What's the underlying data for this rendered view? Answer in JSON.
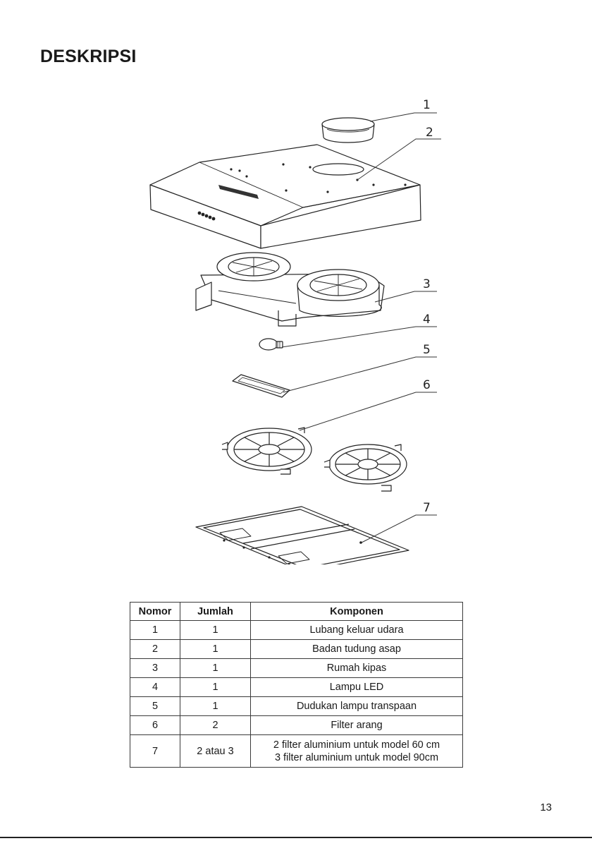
{
  "page": {
    "title": "DESKRIPSI",
    "page_number": "13"
  },
  "diagram": {
    "callouts": [
      "1",
      "2",
      "3",
      "4",
      "5",
      "6",
      "7"
    ]
  },
  "table": {
    "headers": [
      "Nomor",
      "Jumlah",
      "Komponen"
    ],
    "rows": [
      {
        "no": "1",
        "qty": "1",
        "part": "Lubang keluar udara"
      },
      {
        "no": "2",
        "qty": "1",
        "part": "Badan tudung asap"
      },
      {
        "no": "3",
        "qty": "1",
        "part": "Rumah kipas"
      },
      {
        "no": "4",
        "qty": "1",
        "part": "Lampu LED"
      },
      {
        "no": "5",
        "qty": "1",
        "part": "Dudukan lampu transpaan"
      },
      {
        "no": "6",
        "qty": "2",
        "part": "Filter arang"
      },
      {
        "no": "7",
        "qty": "2 atau 3",
        "part_line1": "2 filter aluminium untuk model 60 cm",
        "part_line2": "3 filter aluminium untuk model 90cm"
      }
    ]
  }
}
